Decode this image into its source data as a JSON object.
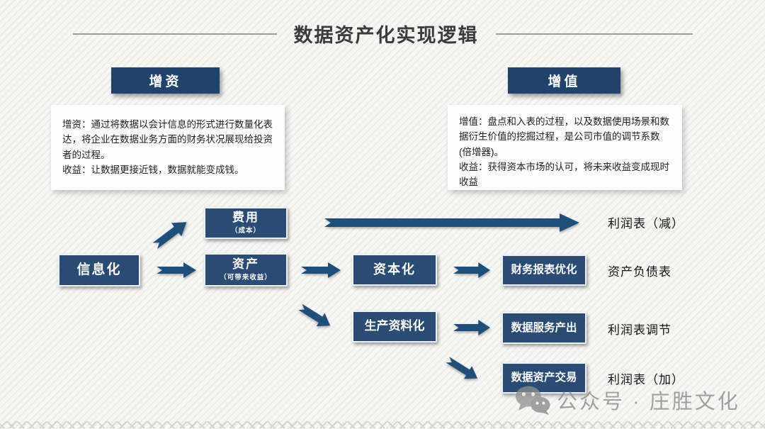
{
  "slide": {
    "title": "数据资产化实现逻辑",
    "watermark_text": "公众号 · 庄胜文化"
  },
  "colors": {
    "node_blue": "#2a4b73",
    "header_blue": "#21436b",
    "arrow_blue": "#1f4e79",
    "title_gray": "#3b3b3b",
    "watermark_gray": "#919191",
    "note_bg": "#fdfdfd"
  },
  "zengzi": {
    "header": "增资",
    "body": "增资：通过将数据以会计信息的形式进行数量化表达，将企业在数据业务方面的财务状况展现给投资者的过程。\n收益：让数据更接近钱，数据就能变成钱。"
  },
  "zengzhi": {
    "header": "增值",
    "body": "增值：盘点和入表的过程，以及数据使用场景和数据衍生价值的挖掘过程，是公司市值的调节系数(倍增器)。\n收益：获得资本市场的认可，将未来收益变成现时收益"
  },
  "flow": {
    "informatization": "信息化",
    "expense": "费用",
    "expense_sub": "（成本）",
    "asset": "资产",
    "asset_sub": "（可带来收益）",
    "capitalization": "资本化",
    "report_optimization": "财务报表优化",
    "production_material": "生产资料化",
    "data_service_output": "数据服务产出",
    "data_asset_trading": "数据资产交易"
  },
  "outcomes": {
    "income_statement_minus": "利润表（减）",
    "balance_sheet": "资产负债表",
    "income_statement_adjust": "利润表调节",
    "income_statement_plus": "利润表（加）"
  }
}
